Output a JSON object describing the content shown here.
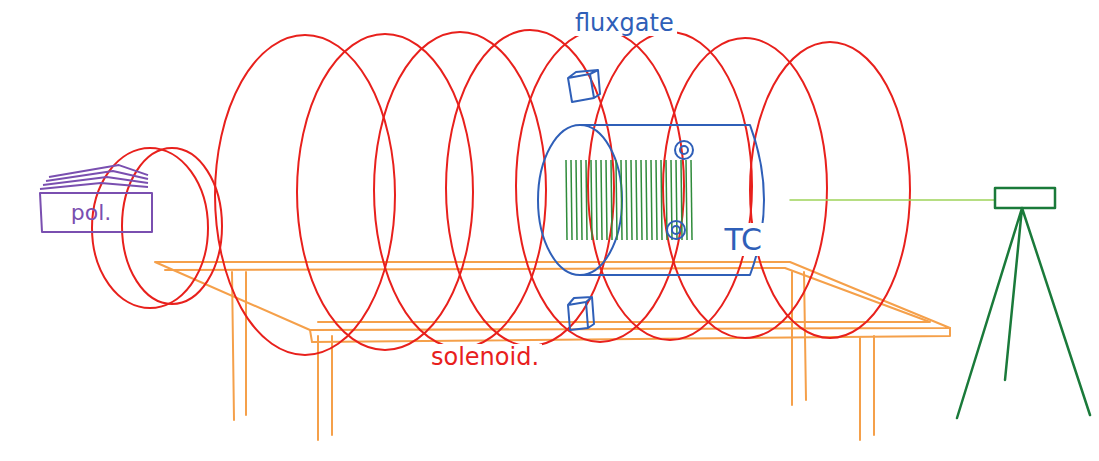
{
  "diagram": {
    "nodes": [
      {
        "text": [
          "pol."
        ]
      },
      {
        "text": [
          "TC"
        ]
      }
    ],
    "labels": [
      "fluxgate",
      "solenoid."
    ]
  }
}
